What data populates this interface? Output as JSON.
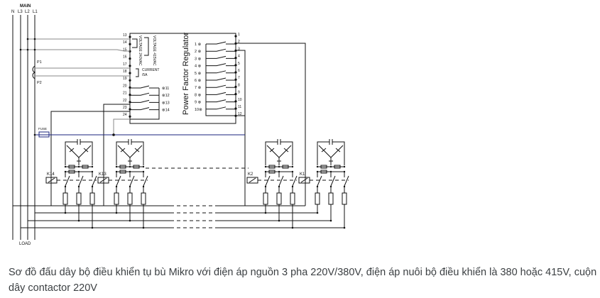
{
  "diagram": {
    "main_label": "MAIN",
    "line_labels": [
      "N",
      "L3",
      "L2",
      "L1"
    ],
    "load_label": "LOAD",
    "regulator_title": "Power Factor Regulator",
    "left_terminals": [
      "13",
      "14",
      "15",
      "16",
      "17",
      "18",
      "19",
      "20",
      "21",
      "22",
      "23",
      "24"
    ],
    "right_terminals": [
      "1",
      "2",
      "3",
      "4",
      "5",
      "6",
      "7",
      "8",
      "9",
      "10",
      "11",
      "12"
    ],
    "relay_outputs": [
      "1 ⊗",
      "2 ⊗",
      "3 ⊗",
      "4 ⊗",
      "5 ⊗",
      "6 ⊗",
      "7 ⊗",
      "8 ⊗",
      "9 ⊗",
      "10⊗"
    ],
    "alarm_outputs": [
      "⊗11",
      "⊗12",
      "⊗13",
      "⊗14"
    ],
    "voltage_240": "VOLTAGE 240VAC",
    "voltage_415": "VOLTAGE 415VAC",
    "current_label": "CURRENT",
    "current_value": "/5A",
    "ct_p1": "P1",
    "ct_p2": "P2",
    "fuse_label": "FUSE",
    "contactors": [
      "K14",
      "K13",
      "K2",
      "K1"
    ]
  },
  "caption": "Sơ đồ đấu dây bộ điều khiển tụ bù Mikro với điện áp nguồn 3 pha 220V/380V, điện áp nuôi bộ điều khiển là 380 hoặc 415V, cuộn dây contactor 220V"
}
